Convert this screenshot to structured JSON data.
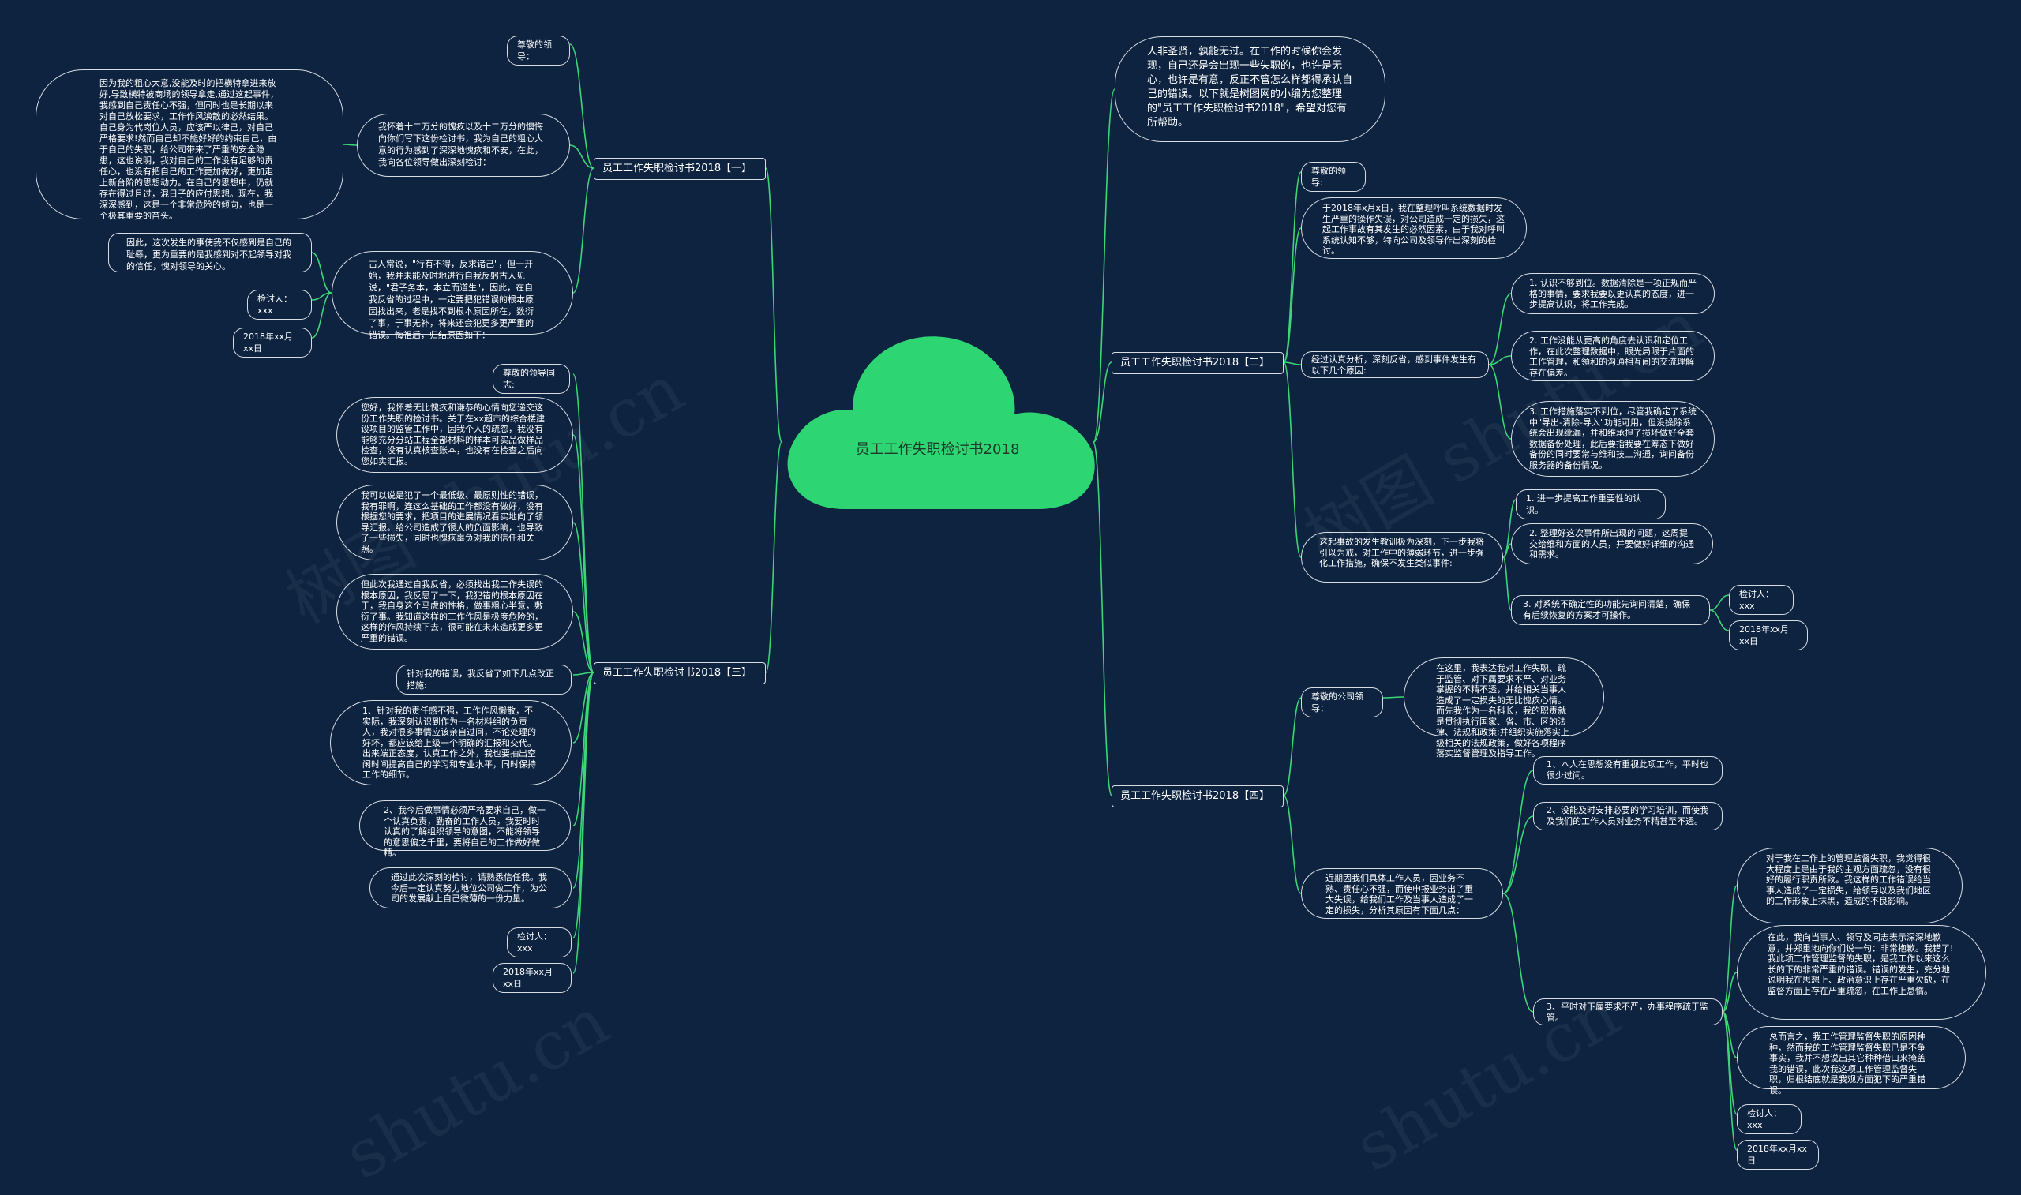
{
  "colors": {
    "background": "#0d2340",
    "line": "#3dd677",
    "cloud": "#2ed573",
    "node_border": "#d9dde3",
    "text": "#ffffff"
  },
  "center": {
    "title": "员工工作失职检讨书2018"
  },
  "intro": "人非圣贤，孰能无过。在工作的时候你会发现，自己还是会出现一些失职的，也许是无心，也许是有意，反正不管怎么样都得承认自己的错误。以下就是树图网的小编为您整理的\"员工工作失职检讨书2018\"，希望对您有所帮助。",
  "b1": {
    "title": "员工工作失职检讨书2018【一】",
    "greeting": "尊敬的领导：",
    "p1": "我怀着十二万分的愧疚以及十二万分的懊悔向你们写下这份检讨书，我为自己的粗心大意的行为感到了深深地愧疚和不安，在此，我向各位领导做出深刻检讨：",
    "p1_child": "因为我的粗心大意,没能及时的把横特拿进来放好,导致横特被商场的领导拿走,通过这起事件，我感到自己责任心不强，但同时也是长期以来对自己放松要求，工作作风涣散的必然结果。自己身为代岗位人员，应该严以律己，对自己严格要求!然而自己却不能好好的约束自己，由于自己的失职，给公司带来了严重的安全隐患，这也说明，我对自己的工作没有足够的责任心，也没有把自己的工作更加做好，更加走上新台阶的思想动力。在自己的思想中，仍就存在得过且过，混日子的应付思想。现在，我深深感到，这是一个非常危险的倾向，也是一个极其重要的苗头。",
    "p2": "古人常说，\"行有不得，反求诸己\"，但一开始，我并未能及时地进行自我反躬古人见说，\"君子务本，本立而道生\"，因此，在自我反省的过程中，一定要把犯错误的根本原因找出来，老是找不到根本原因所在，数衍了事，于事无补，将来还会犯更多更严重的错误。悔祖后，归结原因如下：",
    "p2_child": "因此，这次发生的事使我不仅感到是自己的耻辱，更为重要的是我感到对不起领导对我的信任，愧对领导的关心。",
    "reviewer": "检讨人：xxx",
    "date": "2018年xx月xx日"
  },
  "b2": {
    "title": "员工工作失职检讨书2018【二】",
    "greeting": "尊敬的领导:",
    "p1": "于2018年x月x日，我在整理呼叫系统数据时发生严重的操作失误，对公司造成一定的损失，这起工作事故有其发生的必然因素，由于我对呼叫系统认知不够，特向公司及领导作出深刻的检讨。",
    "p2": "经过认真分析，深刻反省，感到事件发生有以下几个原因:",
    "r1": "1. 认识不够到位。数据清除是一项正规而严格的事情，要求我要以更认真的态度，进一步提高认识，将工作完成。",
    "r2": "2. 工作没能从更高的角度去认识和定位工作，在此次整理数据中，眼光局限于片面的工作管理，和領和的沟通相互间的交流理解存在偏差。",
    "r3": "3. 工作措施落实不到位，尽管我确定了系统中\"导出-清除-导入\"功能可用，但没操除系统会出现纰漏，并和维承担了损坏做好全套数据备份处理，此后要指我要在筹态下做好备份的同时要常与维和技工沟通，询问备份服务器的备份情况。",
    "p3": "这起事故的发生教训极为深刻，下一步我将引以为戒，对工作中的薄弱环节，进一步强化工作措施，确保不发生类似事件:",
    "s1": "1. 进一步提高工作重要性的认识。",
    "s2": "2. 整理好这次事件所出现的问题，这周提交给维和方面的人员，并要做好详细的沟通和需求。",
    "s3": "3. 对系统不确定性的功能先询问清楚，确保有后续恢复的方案才可操作。",
    "reviewer": "检讨人：xxx",
    "date": "2018年xx月xx日"
  },
  "b3": {
    "title": "员工工作失职检讨书2018【三】",
    "greeting": "尊敬的领导同志:",
    "p1": "您好，我怀着无比愧疚和谦恭的心情向您递交这份工作失职的检讨书。关于在xx超市的综合楼建设项目的监管工作中，因我个人的疏忽，我没有能够充分分站工程全部材料的样本可实品做样品检查，没有认真核查账本，也没有在检查之后向您如实汇报。",
    "p2": "我可以说是犯了一个最低级、最原则性的错误，我有罪啊，连这么基础的工作都没有做好，没有根据您的要求，把项目的进展情况看实地向了领导汇报。给公司造成了很大的负面影响，也导致了一些损失，同时也愧疚辜负对我的信任和关照。",
    "p3": "但此次我通过自我反省，必须找出我工作失误的根本原因，我反思了一下，我犯错的根本原因在于，我自身这个马虎的性格，做事粗心半意，敷衍了事。我知道这样的工作作风是极度危险的，这样的作风持续下去，很可能在未来造成更多更严重的错误。",
    "p4": "针对我的错误，我反省了如下几点改正措施:",
    "m1": "1、针对我的责任感不强，工作作风懒散，不实际，我深刻认识到作为一名材料组的负责人，我对很多事情应该亲自过问，不论处理的好坏，都应该给上级一个明确的汇报和交代。出来端正态度，认真工作之外，我也要抽出空闲时间提高自己的学习和专业水平，同时保持工作的细节。",
    "m2": "2、我今后做事情必须严格要求自己，做一个认真负责，勤奋的工作人员，我要时时认真的了解组织领导的意图，不能将领导的意思偏之千里，要将自己的工作做好做精。",
    "m3": "通过此次深刻的检讨，请熟悉信任我。我今后一定认真努力地位公司做工作，为公司的发展献上自己微薄的一份力量。",
    "reviewer": "检讨人：xxx",
    "date": "2018年xx月xx日"
  },
  "b4": {
    "title": "员工工作失职检讨书2018【四】",
    "greeting": "尊敬的公司领导：",
    "greeting_child": "在这里，我表达我对工作失职、疏于监管、对下属要求不严、对业务掌握的不精不透，并给相关当事人造成了一定损失的无比愧疚心情。而先我作为一名科长，我的职责就是贯彻执行国家、省、市、区的法律、法规和政策;并组织实施落实上级相关的法规政策，做好各项程序落实监督管理及指导工作。",
    "p2": "近期因我们具体工作人员，因业务不熟、责任心不强，而使申报业务出了重大失误，给我们工作及当事人造成了一定的损失，分析其原因有下面几点：",
    "c1": "1、本人在思想没有重视此项工作，平时也很少过问。",
    "c2": "2、没能及时安排必要的学习培训，而使我及我们的工作人员对业务不精甚至不透。",
    "c3": "3、平时对下属要求不严，办事程序疏于监管。",
    "c3a": "对于我在工作上的管理监督失职，我觉得很大程度上是由于我的主观方面疏忽，没有很好的履行职责所致。我这样的工作错误给当事人造成了一定损失，给领导以及我们地区的工作形象上抹黑，造成的不良影响。",
    "c3b": "在此，我向当事人、领导及同志表示深深地歉意，并郑重地向你们说一句：非常抱歉。我错了!我此项工作管理监督的失职，是我工作以来这么长的下的非常严重的错误。错误的发生，充分地说明我在思想上、政治意识上存在严重欠缺，在监督方面上存在严重疏忽，在工作上怠惰。",
    "c3c": "总而言之，我工作管理监督失职的原因种种，然而我的工作管理监督失职已是不争事实，我并不想说出其它种种借口来掩盖我的错误，此次我这项工作管理监督失职，归根结底就是我观方面犯下的严重错误。",
    "reviewer": "检讨人：xxx",
    "date": "2018年xx月xx日"
  },
  "watermark": {
    "l1": "树图",
    "l2": "shutu.cn"
  }
}
